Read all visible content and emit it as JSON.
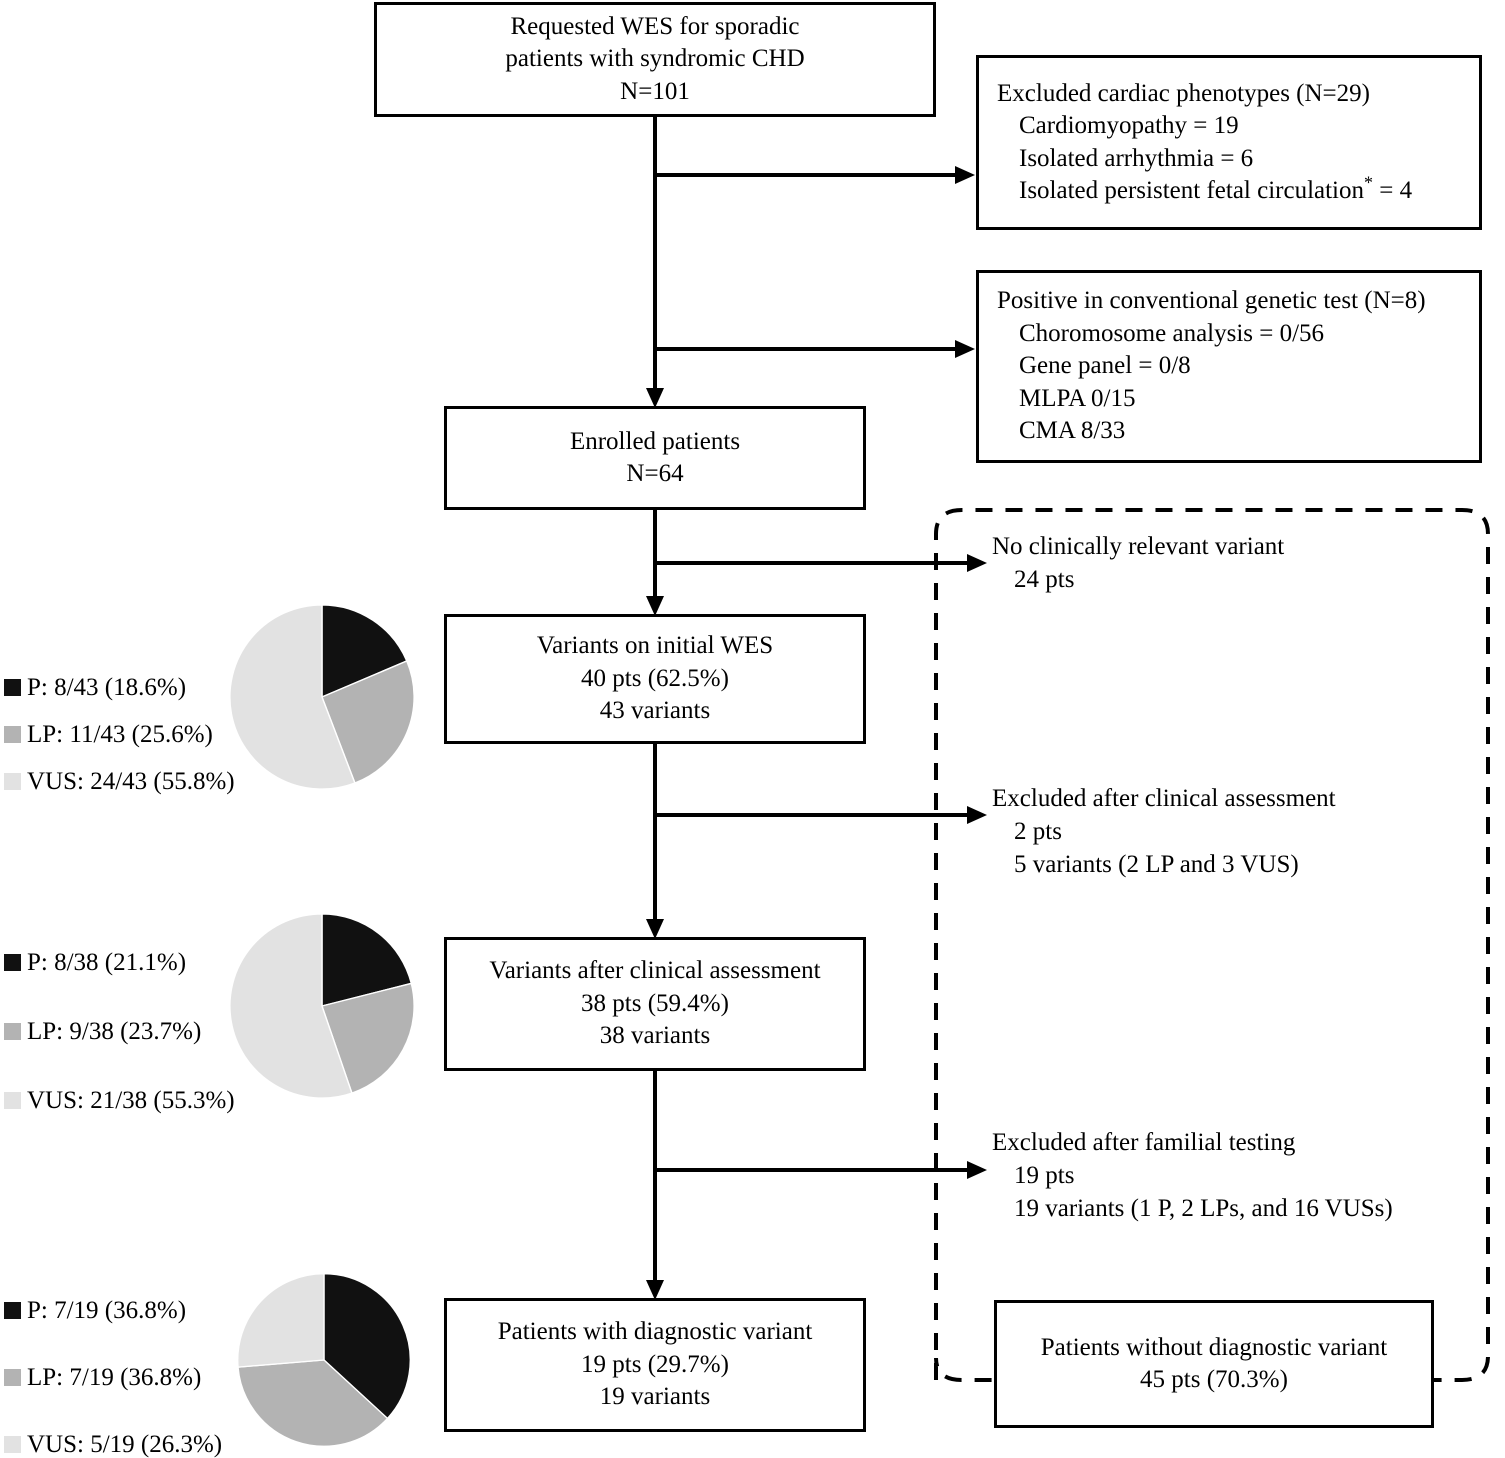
{
  "colors": {
    "P": "#111111",
    "LP": "#b3b3b3",
    "VUS": "#e2e2e2",
    "stroke": "#000000"
  },
  "flow": {
    "top_box": {
      "lines": [
        "Requested WES for sporadic",
        "patients with syndromic CHD",
        "N=101"
      ]
    },
    "enrolled_box": {
      "lines": [
        "Enrolled patients",
        "N=64"
      ]
    },
    "initial_wes_box": {
      "lines": [
        "Variants on initial WES",
        "40 pts (62.5%)",
        "43 variants"
      ]
    },
    "after_assessment_box": {
      "lines": [
        "Variants after clinical assessment",
        "38 pts (59.4%)",
        "38 variants"
      ]
    },
    "diagnostic_box": {
      "lines": [
        "Patients with diagnostic variant",
        "19 pts (29.7%)",
        "19 variants"
      ]
    },
    "excluded_phenotypes_box": {
      "title": "Excluded cardiac phenotypes (N=29)",
      "items": [
        "Cardiomyopathy = 19",
        "Isolated arrhythmia = 6"
      ],
      "item_with_asterisk_prefix": "Isolated persistent fetal circulation",
      "item_with_asterisk_suffix": " = 4",
      "asterisk": "*"
    },
    "positive_conventional_box": {
      "title": "Positive in conventional genetic test (N=8)",
      "items": [
        "Choromosome analysis = 0/56",
        "Gene panel = 0/8",
        "MLPA 0/15",
        "CMA 8/33"
      ]
    },
    "no_relevant_variant": {
      "lines": [
        "No clinically relevant variant",
        "24 pts"
      ]
    },
    "excluded_clinical": {
      "lines": [
        "Excluded after clinical assessment",
        "2 pts",
        "5 variants (2 LP and 3 VUS)"
      ]
    },
    "excluded_familial": {
      "lines": [
        "Excluded after familial testing",
        "19 pts",
        "19 variants (1 P, 2 LPs, and 16 VUSs)"
      ]
    },
    "without_diagnostic_box": {
      "lines": [
        "Patients without diagnostic variant",
        "45 pts (70.3%)"
      ]
    }
  },
  "chart_data": [
    {
      "type": "pie",
      "title": "Variants on initial WES classification",
      "categories": [
        "P",
        "LP",
        "VUS"
      ],
      "values": [
        8,
        11,
        24
      ],
      "percents": [
        18.6,
        25.6,
        55.8
      ],
      "denominator": 43,
      "legend": [
        "P: 8/43 (18.6%)",
        "LP: 11/43 (25.6%)",
        "VUS: 24/43 (55.8%)"
      ],
      "legend_position": "left",
      "start_angle": 0
    },
    {
      "type": "pie",
      "title": "Variants after clinical assessment classification",
      "categories": [
        "P",
        "LP",
        "VUS"
      ],
      "values": [
        8,
        9,
        21
      ],
      "percents": [
        21.1,
        23.7,
        55.3
      ],
      "denominator": 38,
      "legend": [
        "P: 8/38 (21.1%)",
        "LP: 9/38 (23.7%)",
        "VUS: 21/38 (55.3%)"
      ],
      "legend_position": "left",
      "start_angle": 0
    },
    {
      "type": "pie",
      "title": "Diagnostic variants classification",
      "categories": [
        "P",
        "LP",
        "VUS"
      ],
      "values": [
        7,
        7,
        5
      ],
      "percents": [
        36.8,
        36.8,
        26.3
      ],
      "denominator": 19,
      "legend": [
        "P: 7/19 (36.8%)",
        "LP: 7/19 (36.8%)",
        "VUS: 5/19 (26.3%)"
      ],
      "legend_position": "left",
      "start_angle": 0
    }
  ]
}
